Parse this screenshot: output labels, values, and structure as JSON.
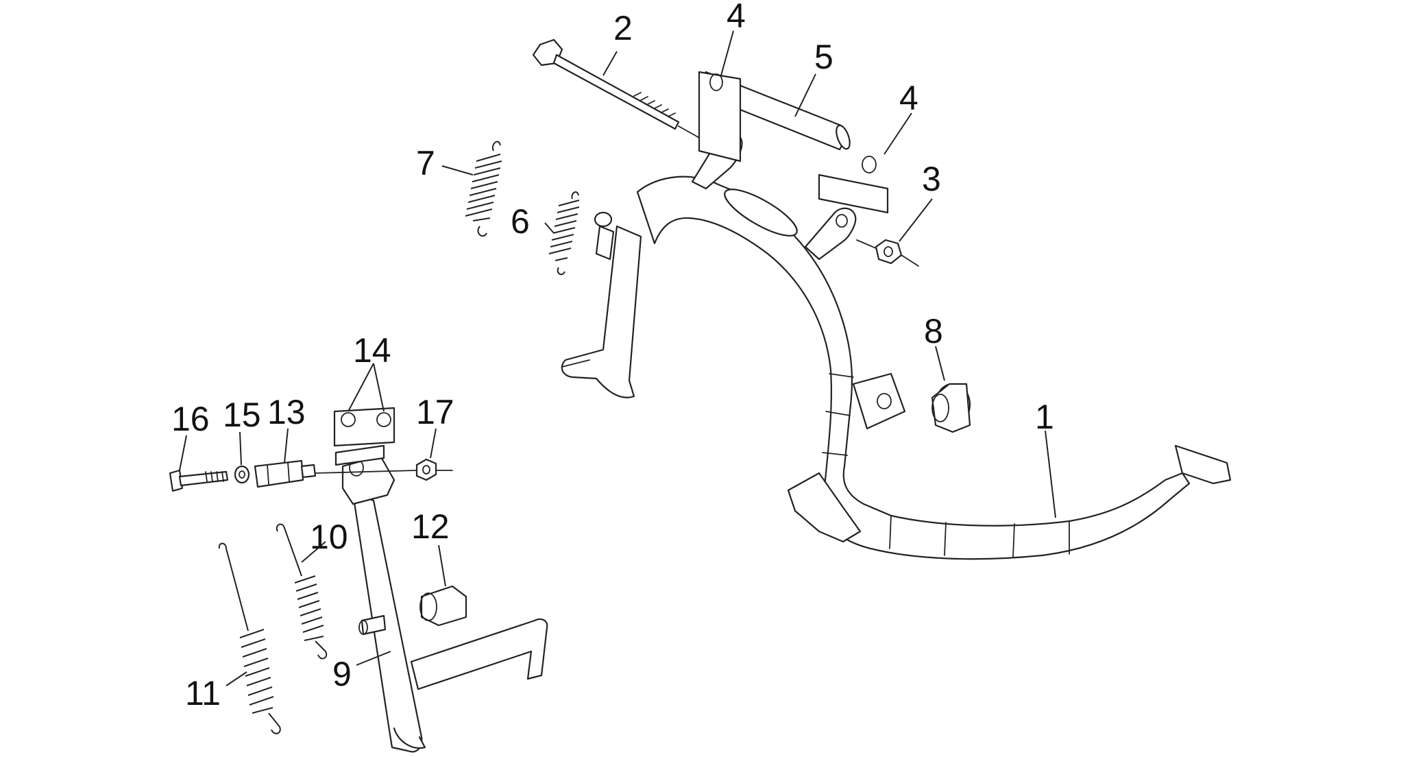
{
  "diagram": {
    "callouts": [
      "1",
      "2",
      "3",
      "4",
      "4",
      "5",
      "6",
      "7",
      "8",
      "9",
      "10",
      "11",
      "12",
      "13",
      "14",
      "15",
      "16",
      "17"
    ]
  },
  "colors": {
    "ink": "#222222",
    "background": "#ffffff"
  }
}
